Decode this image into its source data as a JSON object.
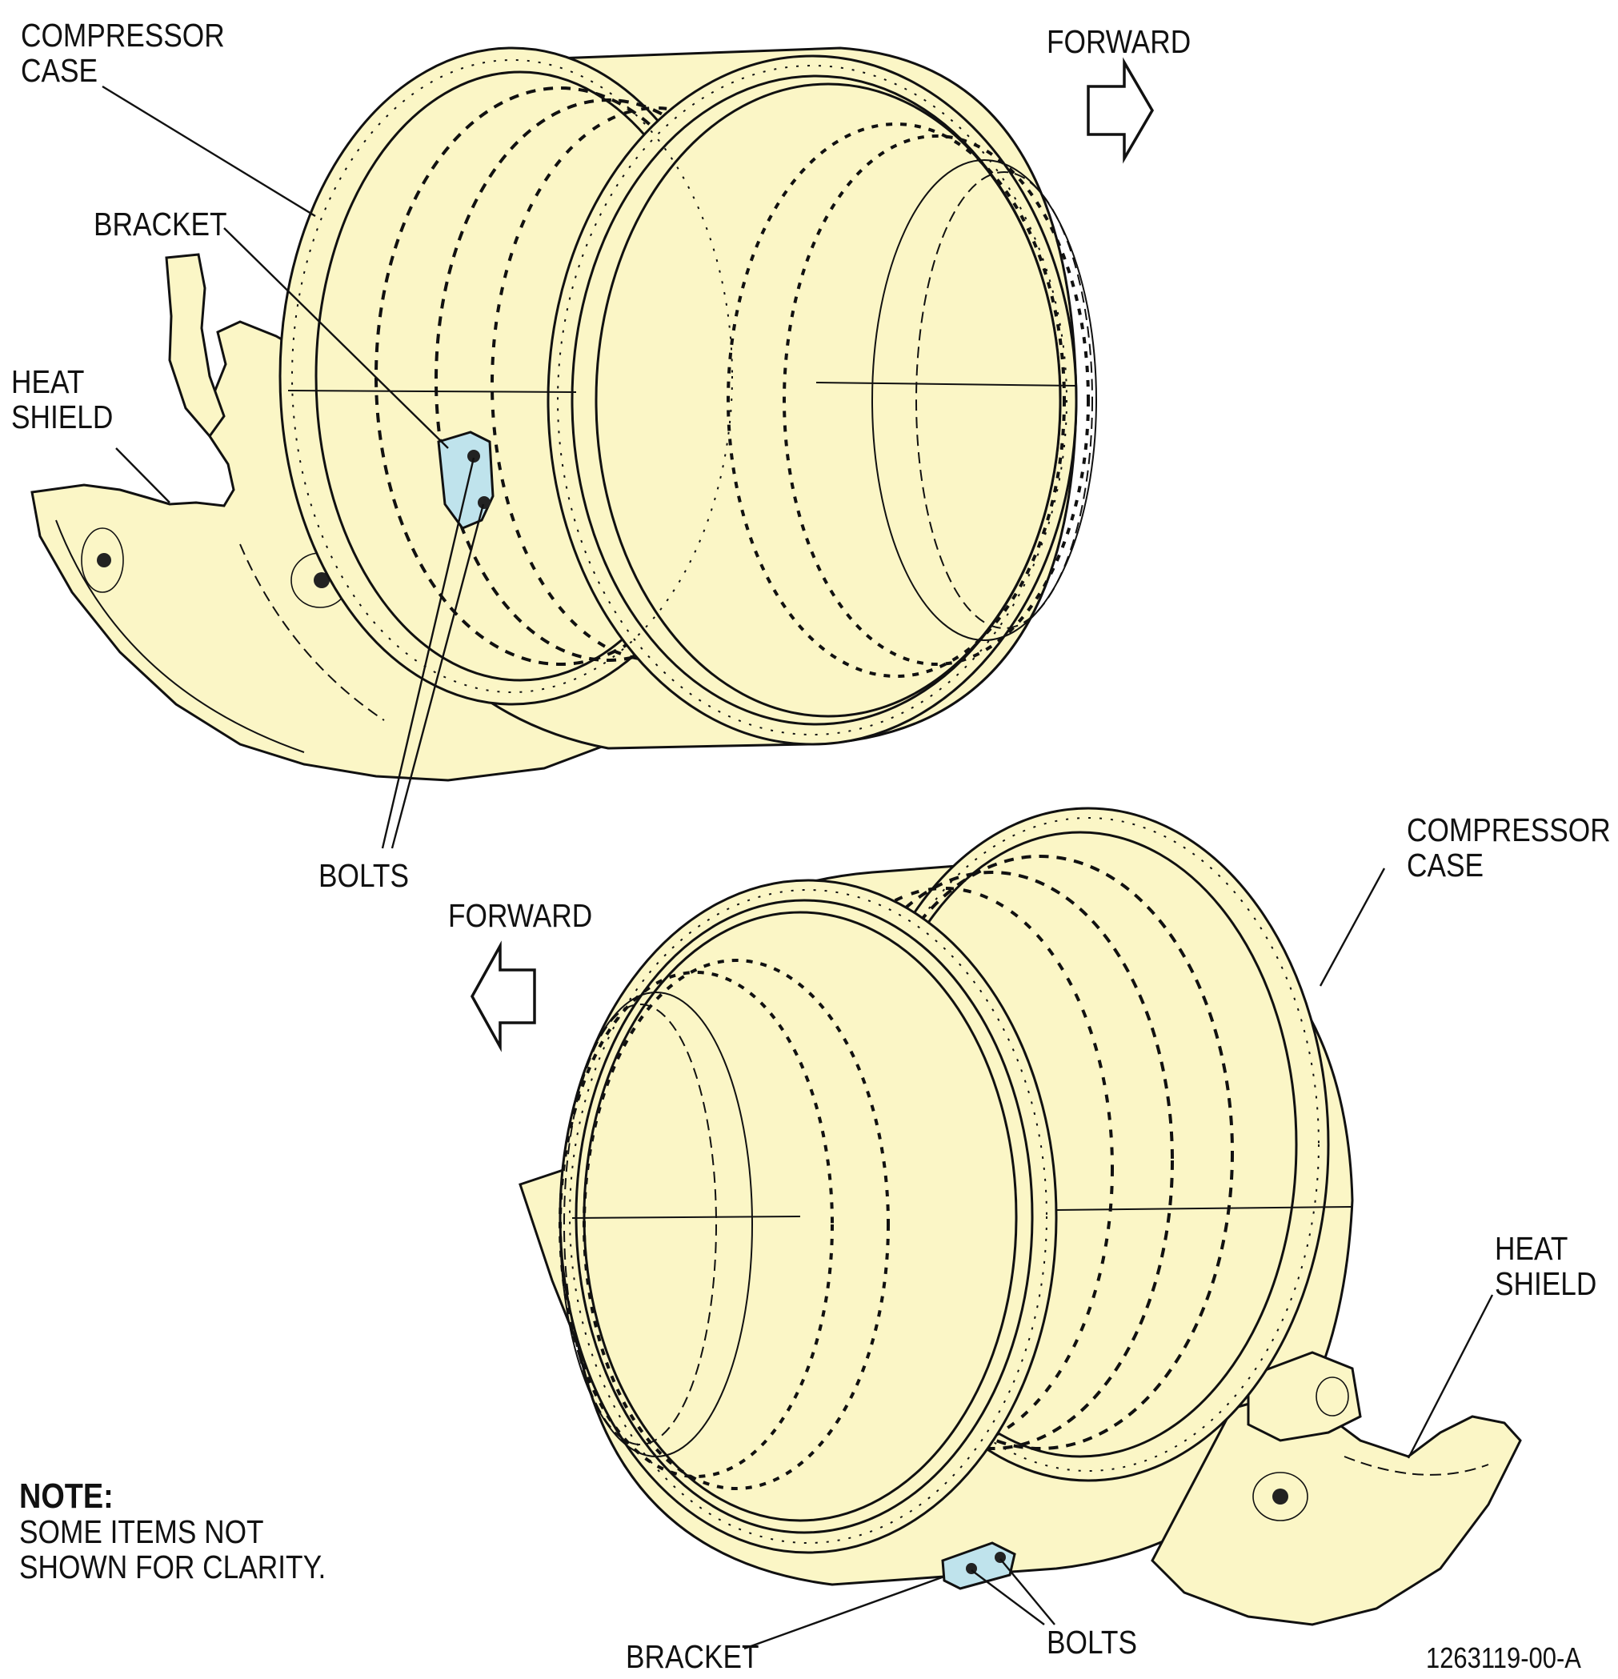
{
  "top_view": {
    "labels": {
      "compressor_case": [
        "COMPRESSOR",
        "CASE"
      ],
      "bracket": "BRACKET",
      "heat_shield": [
        "HEAT",
        "SHIELD"
      ],
      "bolts": "BOLTS",
      "forward": "FORWARD"
    },
    "forward_direction": "right"
  },
  "bottom_view": {
    "labels": {
      "compressor_case": [
        "COMPRESSOR",
        "CASE"
      ],
      "heat_shield": [
        "HEAT",
        "SHIELD"
      ],
      "bracket": "BRACKET",
      "bolts": "BOLTS",
      "forward": "FORWARD"
    },
    "forward_direction": "left"
  },
  "note": {
    "title": "NOTE:",
    "lines": [
      "SOME ITEMS NOT",
      "SHOWN FOR CLARITY."
    ]
  },
  "figure_id": "1263119-00-A",
  "colors": {
    "part_fill": "#fbf6c6",
    "bracket_fill": "#bfe3ec",
    "line": "#111111"
  }
}
